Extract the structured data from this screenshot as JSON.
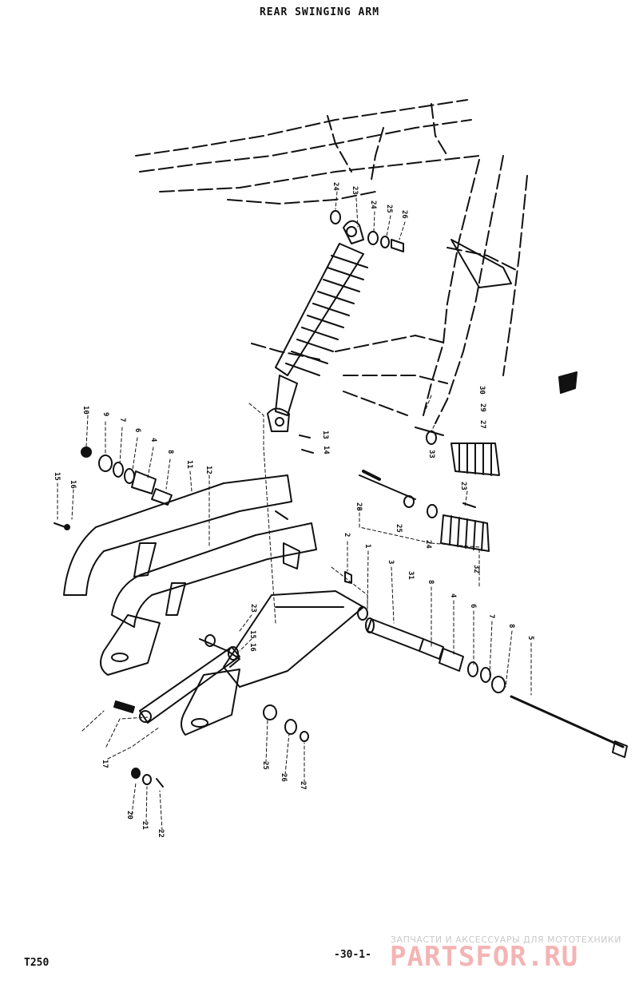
{
  "header": {
    "title": "REAR SWINGING ARM"
  },
  "footer": {
    "model": "T250",
    "page": "-30-1-"
  },
  "watermark": {
    "tagline": "ЗАПЧАСТИ И АКСЕССУАРЫ ДЛЯ МОТОТЕХНИКИ",
    "logo": "PARTSFOR.RU",
    "color": "#f3a7a7"
  },
  "part_labels": [
    "24",
    "23",
    "24",
    "25",
    "26",
    "10",
    "9",
    "7",
    "6",
    "4",
    "8",
    "11",
    "12",
    "15",
    "16",
    "13",
    "14",
    "30",
    "29",
    "27",
    "33",
    "28",
    "23",
    "25",
    "24",
    "31",
    "32",
    "2",
    "1",
    "3",
    "8",
    "4",
    "6",
    "7",
    "8",
    "5",
    "23",
    "15",
    "16",
    "17",
    "25",
    "26",
    "27",
    "20",
    "21",
    "22"
  ]
}
